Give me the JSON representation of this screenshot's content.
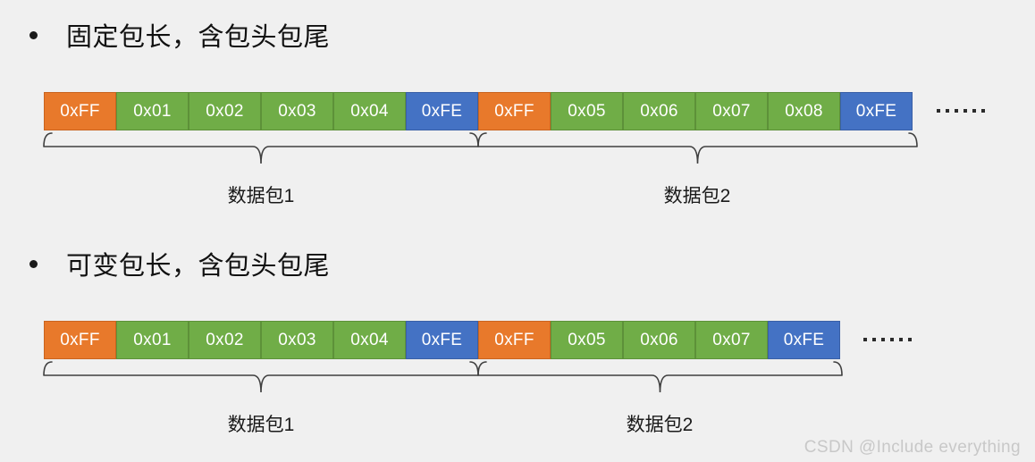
{
  "slide": {
    "background_color": "#f0f0f0",
    "watermark": "CSDN @Include everything"
  },
  "colors": {
    "header_byte": "#e8792b",
    "data_byte": "#70ad47",
    "tail_byte": "#4472c4",
    "text_on_cell": "#ffffff",
    "heading_text": "#111111",
    "brace_stroke": "#3f3f3f",
    "watermark_text": "#c8c8c8"
  },
  "sections": [
    {
      "id": "fixed-length",
      "heading": "固定包长，含包头包尾",
      "strip": {
        "cells": [
          {
            "label": "0xFF",
            "role": "head"
          },
          {
            "label": "0x01",
            "role": "data"
          },
          {
            "label": "0x02",
            "role": "data"
          },
          {
            "label": "0x03",
            "role": "data"
          },
          {
            "label": "0x04",
            "role": "data"
          },
          {
            "label": "0xFE",
            "role": "tail"
          },
          {
            "label": "0xFF",
            "role": "head"
          },
          {
            "label": "0x05",
            "role": "data"
          },
          {
            "label": "0x06",
            "role": "data"
          },
          {
            "label": "0x07",
            "role": "data"
          },
          {
            "label": "0x08",
            "role": "data"
          },
          {
            "label": "0xFE",
            "role": "tail"
          }
        ],
        "trailing_ellipsis_dots": 6
      },
      "packets": [
        {
          "label": "数据包1",
          "cell_span": [
            0,
            5
          ]
        },
        {
          "label": "数据包2",
          "cell_span": [
            6,
            11
          ]
        }
      ]
    },
    {
      "id": "variable-length",
      "heading": "可变包长，含包头包尾",
      "strip": {
        "cells": [
          {
            "label": "0xFF",
            "role": "head"
          },
          {
            "label": "0x01",
            "role": "data"
          },
          {
            "label": "0x02",
            "role": "data"
          },
          {
            "label": "0x03",
            "role": "data"
          },
          {
            "label": "0x04",
            "role": "data"
          },
          {
            "label": "0xFE",
            "role": "tail"
          },
          {
            "label": "0xFF",
            "role": "head"
          },
          {
            "label": "0x05",
            "role": "data"
          },
          {
            "label": "0x06",
            "role": "data"
          },
          {
            "label": "0x07",
            "role": "data"
          },
          {
            "label": "0xFE",
            "role": "tail"
          }
        ],
        "trailing_ellipsis_dots": 6
      },
      "packets": [
        {
          "label": "数据包1",
          "cell_span": [
            0,
            5
          ]
        },
        {
          "label": "数据包2",
          "cell_span": [
            6,
            10
          ]
        }
      ]
    }
  ]
}
